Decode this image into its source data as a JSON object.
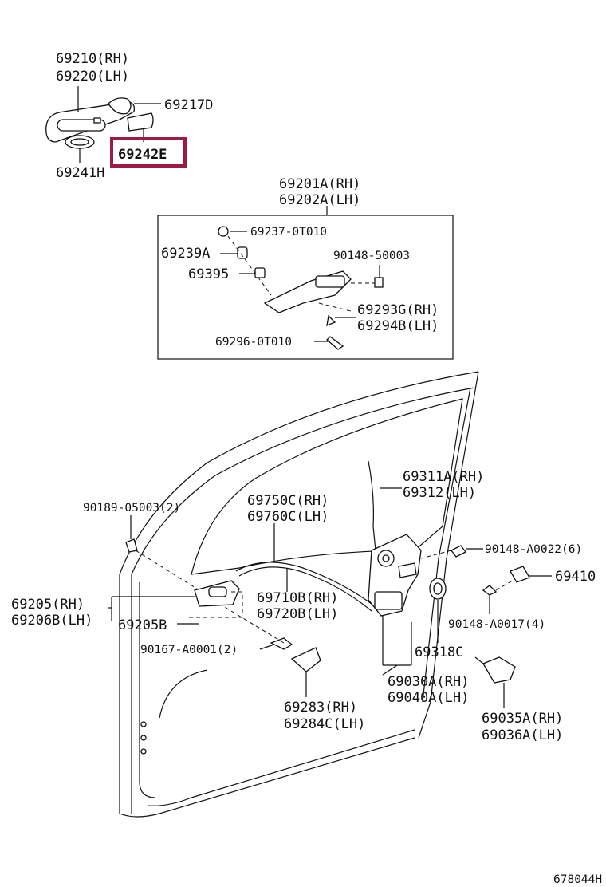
{
  "labels": {
    "p69210": "69210(RH)",
    "p69220": "69220(LH)",
    "p69217d": "69217D",
    "p69242e": "69242E",
    "p69241h": "69241H",
    "p69201a": "69201A(RH)",
    "p69202a": "69202A(LH)",
    "p69237": "69237-0T010",
    "p69239a": "69239A",
    "p90148_50003": "90148-50003",
    "p69395": "69395",
    "p69293g": "69293G(RH)",
    "p69294b": "69294B(LH)",
    "p69296": "69296-0T010",
    "p69311a": "69311A(RH)",
    "p69312": "69312(LH)",
    "p90189": "90189-05003(2)",
    "p69750c": "69750C(RH)",
    "p69760c": "69760C(LH)",
    "p90148_a0022": "90148-A0022(6)",
    "p69410": "69410",
    "p69205": "69205(RH)",
    "p69206b": "69206B(LH)",
    "p69710b": "69710B(RH)",
    "p69720b": "69720B(LH)",
    "p69205b": "69205B",
    "p90148_a0017": "90148-A0017(4)",
    "p90167": "90167-A0001(2)",
    "p69318c": "69318C",
    "p69030a": "69030A(RH)",
    "p69040a": "69040A(LH)",
    "p69283": "69283(RH)",
    "p69284c": "69284C(LH)",
    "p69035a": "69035A(RH)",
    "p69036a": "69036A(LH)",
    "diagram_code": "678044H"
  },
  "highlight_color": "#9b1b45"
}
